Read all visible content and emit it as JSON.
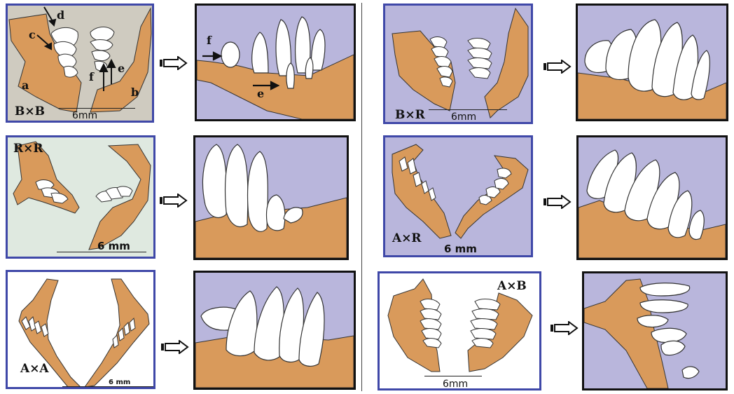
{
  "colors": {
    "tissue": "#d99a5b",
    "tooth": "#ffffff",
    "frame_left": "#3f48a8",
    "frame_right": "#111111",
    "bg_lavender": "#b9b6dc"
  },
  "panels": [
    {
      "cross_label": "B×B",
      "scale_label": "6mm",
      "letters": {
        "a": "a",
        "b": "b",
        "c": "c",
        "d": "d",
        "e": "e",
        "f": "f"
      },
      "detail_letters": {
        "e": "e",
        "f": "f"
      }
    },
    {
      "cross_label": "R×R",
      "scale_label": "6 mm"
    },
    {
      "cross_label": "A×A",
      "scale_label": "6 mm"
    },
    {
      "cross_label": "B×R",
      "scale_label": "6mm"
    },
    {
      "cross_label": "A×R",
      "scale_label": "6 mm"
    },
    {
      "cross_label": "A×B",
      "scale_label": "6mm"
    }
  ],
  "arrow_icon": "hollow-right-arrow"
}
